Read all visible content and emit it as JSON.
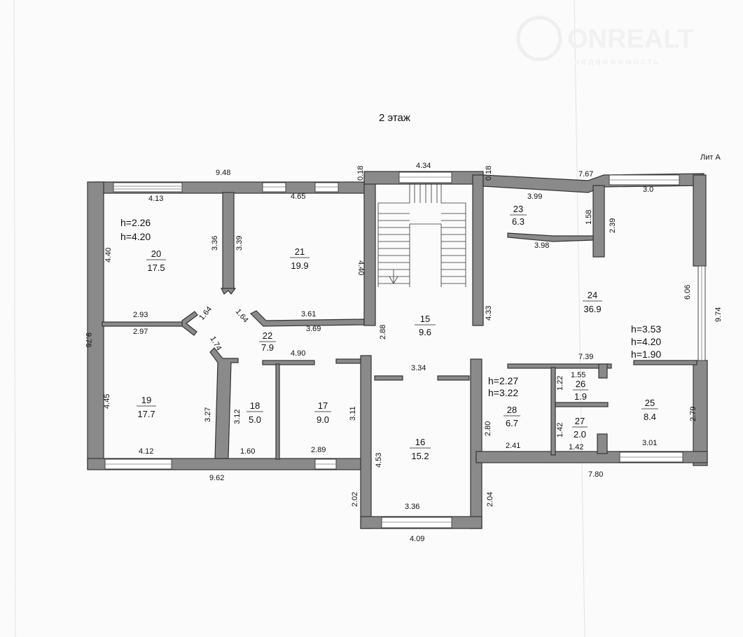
{
  "watermark": {
    "brand": "ONREALT",
    "subtitle": "недвижимость"
  },
  "plan": {
    "title": "2 этаж",
    "letter": "Лит А",
    "rooms": [
      {
        "num": "15",
        "area": "9.6"
      },
      {
        "num": "16",
        "area": "15.2"
      },
      {
        "num": "17",
        "area": "9.0"
      },
      {
        "num": "18",
        "area": "5.0"
      },
      {
        "num": "19",
        "area": "17.7"
      },
      {
        "num": "20",
        "area": "17.5"
      },
      {
        "num": "21",
        "area": "19.9"
      },
      {
        "num": "22",
        "area": "7.9"
      },
      {
        "num": "23",
        "area": "6.3"
      },
      {
        "num": "24",
        "area": "36.9"
      },
      {
        "num": "25",
        "area": "8.4"
      },
      {
        "num": "26",
        "area": "1.9"
      },
      {
        "num": "27",
        "area": "2.0"
      },
      {
        "num": "28",
        "area": "6.7"
      }
    ],
    "heights": {
      "left": [
        "h=2.26",
        "h=4.20"
      ],
      "right": [
        "h=3.53",
        "h=4.20",
        "h=1.90"
      ],
      "room28": [
        "h=2.27",
        "h=3.22"
      ]
    },
    "dims": {
      "top_left": "9.48",
      "w20_top": "4.13",
      "w21_top": "4.65",
      "t018a": "0.18",
      "stair_top": "4.34",
      "t018b": "0.18",
      "top_right": "7.67",
      "w23_top": "3.99",
      "w24_top": "3.0",
      "left_total": "9.76",
      "w20_left": "4.40",
      "p336": "3.36",
      "p339": "3.39",
      "w21_right": "4.40",
      "w20_bot": "2.93",
      "w19_top": "2.97",
      "d164a": "1.64",
      "d164b": "1.64",
      "w21_bot": "3.61",
      "w22_top": "3.69",
      "d174": "1.74",
      "w22_bot": "4.90",
      "w15_left": "2.88",
      "w15_right": "4.33",
      "w16_top": "3.34",
      "w19_left": "4.45",
      "p327": "3.27",
      "p312": "3.12",
      "w17_right": "3.11",
      "w19_bot": "4.12",
      "w18_bot": "1.60",
      "w17_bot": "2.89",
      "bottom_left": "9.62",
      "w16_left": "4.53",
      "w16_right2": "2.80",
      "e202": "2.02",
      "e204": "2.04",
      "w16_bot": "3.36",
      "bottom_center": "4.09",
      "w23_bot": "3.98",
      "p158": "1.58",
      "p239": "2.39",
      "w24_right": "6.06",
      "right_total": "9.74",
      "w24_bot": "7.39",
      "d155": "1.55",
      "p122": "1.22",
      "p142": "1.42",
      "w27_bot": "1.42",
      "w28_bot": "2.41",
      "w25_bot": "3.01",
      "w25_right": "2.79",
      "bottom_right": "7.80"
    }
  }
}
